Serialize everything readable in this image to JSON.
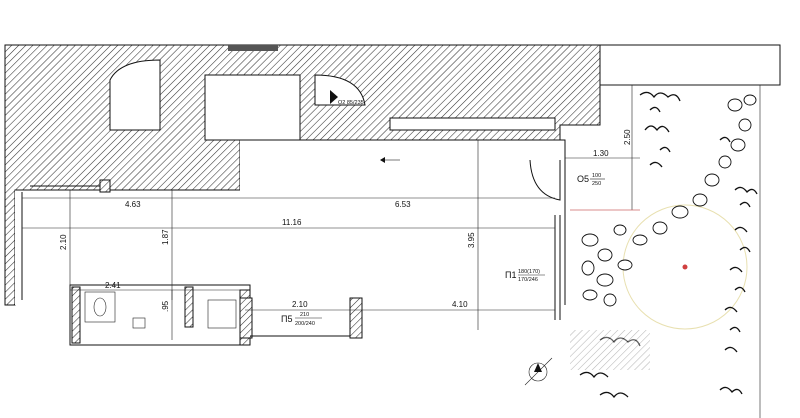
{
  "plan": {
    "dimensions": {
      "d_4_63": "4.63",
      "d_6_53": "6.53",
      "d_11_16": "11.16",
      "d_2_10_left": "2.10",
      "d_1_87": "1.87",
      "d_3_95": "3.95",
      "d_2_41": "2.41",
      "d_0_95": ".95",
      "d_2_10_bottom": "2.10",
      "d_4_10": "4.10",
      "d_1_30": "1.30",
      "d_2_50": "2.50"
    },
    "openings": {
      "p1": {
        "code": "П1",
        "top": "180(170)",
        "bottom": "170/246"
      },
      "p5": {
        "code": "П5",
        "top": "210",
        "bottom": "200/240"
      },
      "o5": {
        "code": "О5",
        "top": "100",
        "bottom": "250"
      },
      "o2": {
        "code": "О2",
        "top": "85",
        "bottom": "235"
      }
    },
    "colors": {
      "line": "#111111",
      "garden_circle": "#e8e0b0",
      "marker": "#d04040"
    }
  }
}
